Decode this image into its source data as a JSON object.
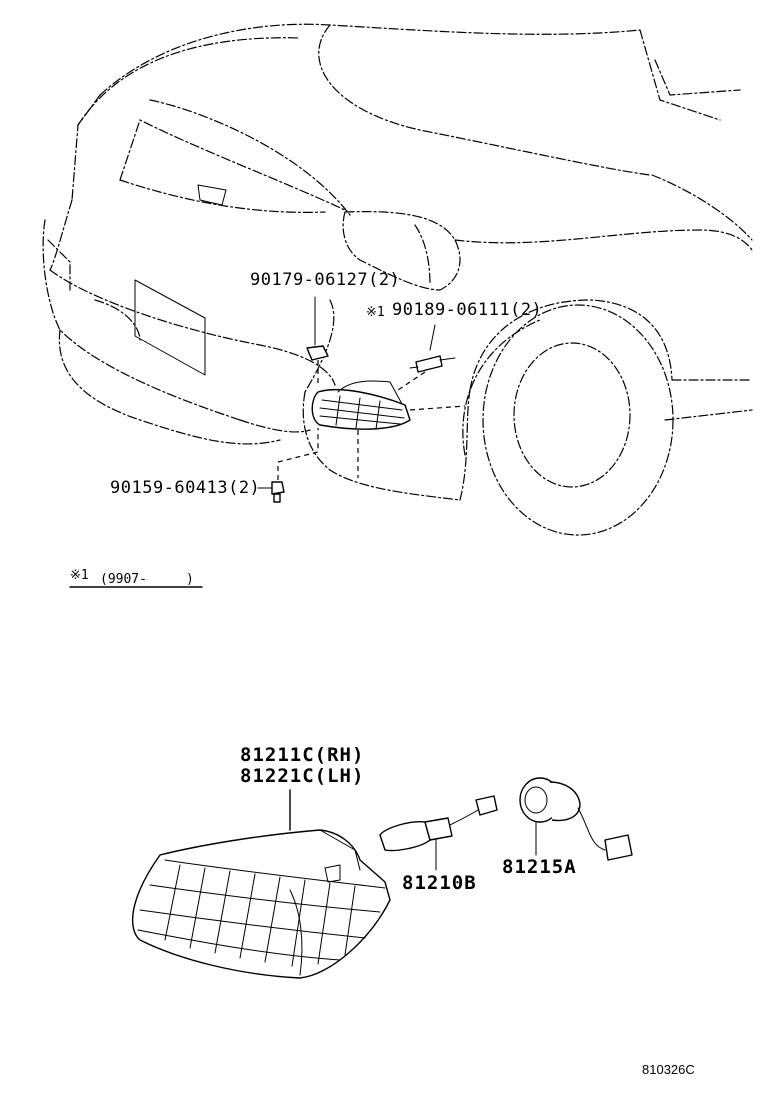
{
  "callouts": {
    "clip_90179": "90179-06127(2)",
    "screw_90189": "90189-06111(2)",
    "screw_90189_mark": "※1",
    "bolt_90159": "90159-60413(2)",
    "lamp_rh": "81211C(RH)",
    "lamp_lh": "81221C(LH)",
    "bulb_81210": "81210B",
    "socket_81215": "81215A"
  },
  "footnote": {
    "mark": "※1",
    "text": "(9907-　　　)"
  },
  "diagram_code": "810326C"
}
